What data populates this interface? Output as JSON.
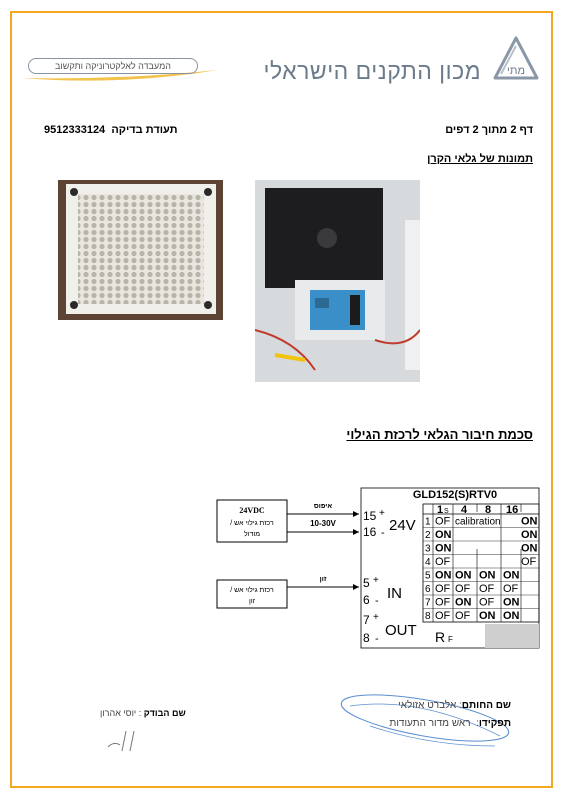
{
  "header": {
    "org_name": "מכון התקנים הישראלי",
    "logo_text": "מתי",
    "lab_name": "המעבדה לאלקטרוניקה ותקשוב",
    "page_info": "דף 2 מתוך 2 דפים",
    "cert_label": "תעודת בדיקה",
    "cert_number": "9512333124"
  },
  "photos_section": {
    "title": "תמונות של גלאי הקרן"
  },
  "diagram_section": {
    "title": "סכמת חיבור הגלאי לרכזת הגילוי",
    "model": "GLD152(S)RTV0",
    "power_box": {
      "line1": "24VDC",
      "line2": "רכזת גילוי אש /",
      "line3": "מודול"
    },
    "zone_box": {
      "line1": "רכזת גילוי אש /",
      "line2": "זון"
    },
    "reset_label": "איפוס",
    "voltage_range": "10-30V",
    "zone_label": "זון",
    "terminals": {
      "t15": "15",
      "t16": "16",
      "v24": "24V",
      "t5": "5",
      "t6": "6",
      "in": "IN",
      "t7": "7",
      "t8": "8",
      "out": "OUT",
      "rf": "R",
      "rf_sub": "F"
    },
    "switch_table": {
      "headers": [
        "1",
        "S",
        "4",
        "8",
        "16"
      ],
      "rows": [
        [
          "1",
          "OF",
          "calibration",
          "ON"
        ],
        [
          "2",
          "ON",
          "",
          "ON"
        ],
        [
          "3",
          "ON",
          "",
          "ON"
        ],
        [
          "4",
          "OF",
          "",
          "OF"
        ],
        [
          "5",
          "ON",
          "ON",
          "ON",
          "ON"
        ],
        [
          "6",
          "OF",
          "OF",
          "OF",
          "OF"
        ],
        [
          "7",
          "OF",
          "ON",
          "OF",
          "ON"
        ],
        [
          "8",
          "OF",
          "OF",
          "ON",
          "ON"
        ]
      ]
    }
  },
  "signatures": {
    "checker_label": "שם הבודק",
    "checker_name": "יוסי אהרון",
    "signer_label": "שם החותם",
    "signer_name": "אלברט אזולאי",
    "role_label": "תפקידו",
    "role_value": "ראש מדור התעודות"
  },
  "colors": {
    "frame": "#f2a91e",
    "logo": "#6b7b8c",
    "stamp": "#5a8fd0"
  }
}
